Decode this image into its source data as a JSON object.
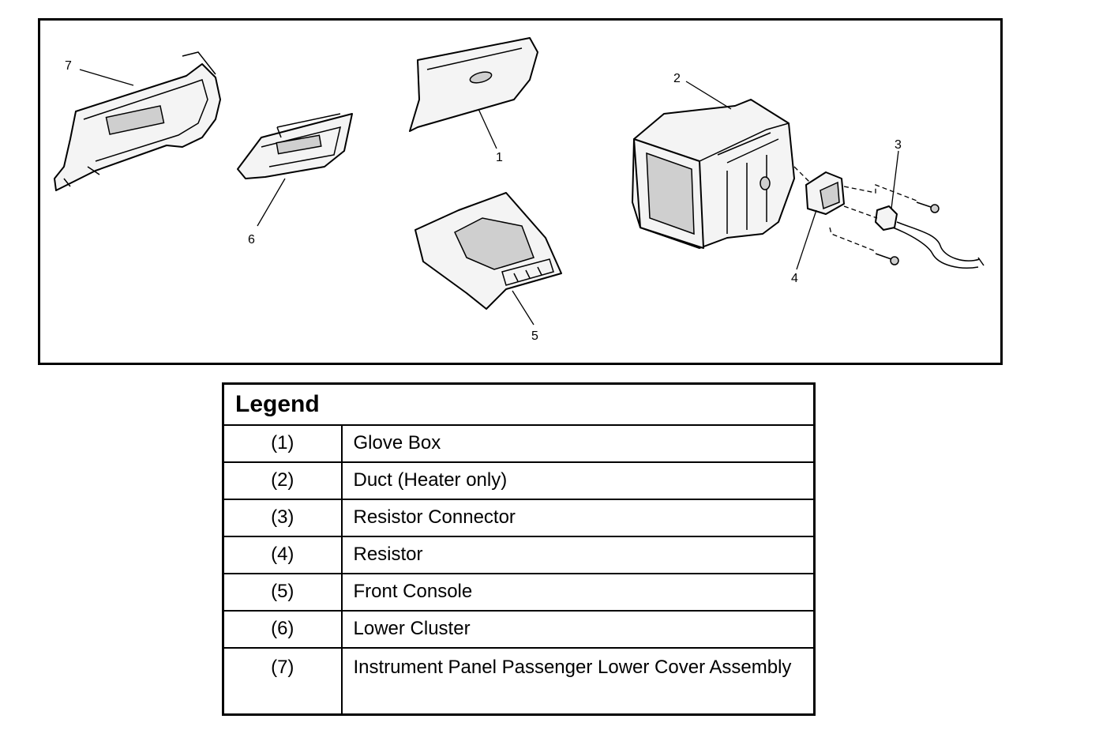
{
  "callouts": [
    "1",
    "2",
    "3",
    "4",
    "5",
    "6",
    "7"
  ],
  "legend": {
    "title": "Legend",
    "items": [
      {
        "num": "(1)",
        "label": "Glove Box"
      },
      {
        "num": "(2)",
        "label": "Duct (Heater only)"
      },
      {
        "num": "(3)",
        "label": "Resistor Connector"
      },
      {
        "num": "(4)",
        "label": "Resistor"
      },
      {
        "num": "(5)",
        "label": "Front Console"
      },
      {
        "num": "(6)",
        "label": "Lower Cluster"
      },
      {
        "num": "(7)",
        "label": "Instrument Panel Passenger Lower Cover Assembly"
      }
    ]
  }
}
